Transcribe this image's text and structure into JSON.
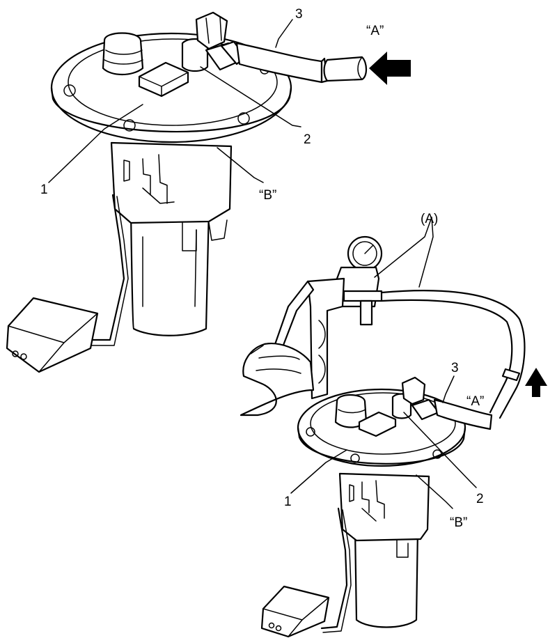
{
  "callouts": {
    "top": {
      "part1": "1",
      "part2": "2",
      "part3": "3",
      "a": "“A”",
      "b": "“B”"
    },
    "bottom": {
      "part1": "1",
      "part2": "2",
      "part3": "3",
      "a": "“A”",
      "b": "“B”",
      "tool": "(A)"
    }
  }
}
